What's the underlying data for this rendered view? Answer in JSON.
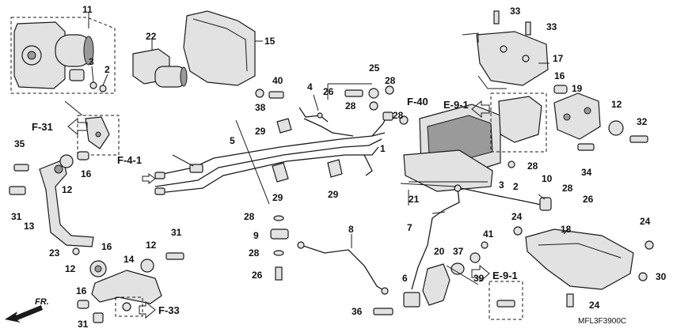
{
  "diagram_code": "MFL3F3900C",
  "direction_label": "FR.",
  "reference_tags": [
    {
      "id": "f31",
      "text": "F-31"
    },
    {
      "id": "f41",
      "text": "F-4-1"
    },
    {
      "id": "f40",
      "text": "F-40"
    },
    {
      "id": "e91top",
      "text": "E-9-1"
    },
    {
      "id": "e91bot",
      "text": "E-9-1"
    },
    {
      "id": "f33",
      "text": "F-33"
    }
  ],
  "callouts": [
    {
      "id": "c11",
      "text": "11"
    },
    {
      "id": "c22",
      "text": "22"
    },
    {
      "id": "c15",
      "text": "15"
    },
    {
      "id": "c3a",
      "text": "3"
    },
    {
      "id": "c2a",
      "text": "2"
    },
    {
      "id": "c40",
      "text": "40"
    },
    {
      "id": "c38",
      "text": "38"
    },
    {
      "id": "c4",
      "text": "4"
    },
    {
      "id": "c25",
      "text": "25"
    },
    {
      "id": "c26a",
      "text": "26"
    },
    {
      "id": "c28a",
      "text": "28"
    },
    {
      "id": "c28b",
      "text": "28"
    },
    {
      "id": "c28c",
      "text": "28"
    },
    {
      "id": "c29a",
      "text": "29"
    },
    {
      "id": "c5",
      "text": "5"
    },
    {
      "id": "c1",
      "text": "1"
    },
    {
      "id": "c29b",
      "text": "29"
    },
    {
      "id": "c29c",
      "text": "29"
    },
    {
      "id": "c33a",
      "text": "33"
    },
    {
      "id": "c33b",
      "text": "33"
    },
    {
      "id": "c17",
      "text": "17"
    },
    {
      "id": "c16a",
      "text": "16"
    },
    {
      "id": "c19",
      "text": "19"
    },
    {
      "id": "c12a",
      "text": "12"
    },
    {
      "id": "c32",
      "text": "32"
    },
    {
      "id": "c34",
      "text": "34"
    },
    {
      "id": "c35",
      "text": "35"
    },
    {
      "id": "c16b",
      "text": "16"
    },
    {
      "id": "c12b",
      "text": "12"
    },
    {
      "id": "c31a",
      "text": "31"
    },
    {
      "id": "c13",
      "text": "13"
    },
    {
      "id": "c28d",
      "text": "28"
    },
    {
      "id": "c9",
      "text": "9"
    },
    {
      "id": "c28e",
      "text": "28"
    },
    {
      "id": "c26b",
      "text": "26"
    },
    {
      "id": "c8",
      "text": "8"
    },
    {
      "id": "c23",
      "text": "23"
    },
    {
      "id": "c16c",
      "text": "16"
    },
    {
      "id": "c12c",
      "text": "12"
    },
    {
      "id": "c31b",
      "text": "31"
    },
    {
      "id": "c14",
      "text": "14"
    },
    {
      "id": "c12d",
      "text": "12"
    },
    {
      "id": "c16d",
      "text": "16"
    },
    {
      "id": "c31c",
      "text": "31"
    },
    {
      "id": "c21",
      "text": "21"
    },
    {
      "id": "c3b",
      "text": "3"
    },
    {
      "id": "c2b",
      "text": "2"
    },
    {
      "id": "c28f",
      "text": "28"
    },
    {
      "id": "c10",
      "text": "10"
    },
    {
      "id": "c28g",
      "text": "28"
    },
    {
      "id": "c26c",
      "text": "26"
    },
    {
      "id": "c7",
      "text": "7"
    },
    {
      "id": "c24a",
      "text": "24"
    },
    {
      "id": "c18",
      "text": "18"
    },
    {
      "id": "c24b",
      "text": "24"
    },
    {
      "id": "c41",
      "text": "41"
    },
    {
      "id": "c20",
      "text": "20"
    },
    {
      "id": "c37",
      "text": "37"
    },
    {
      "id": "c39",
      "text": "39"
    },
    {
      "id": "c6",
      "text": "6"
    },
    {
      "id": "c36",
      "text": "36"
    },
    {
      "id": "c30",
      "text": "30"
    },
    {
      "id": "c24c",
      "text": "24"
    }
  ]
}
